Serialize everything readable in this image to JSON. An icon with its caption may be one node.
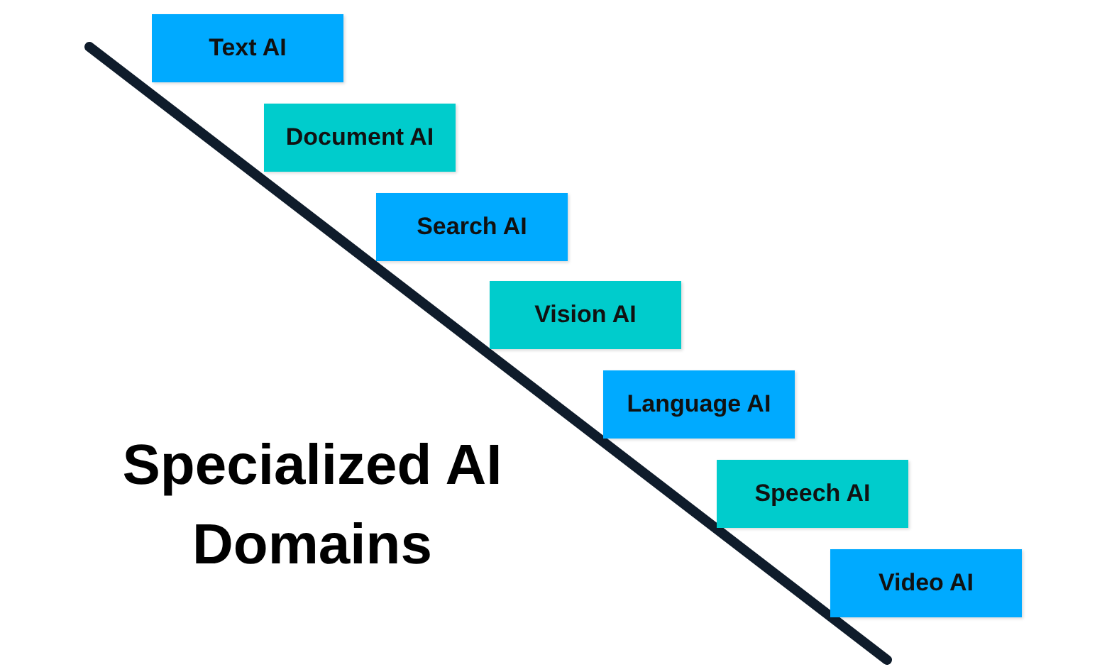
{
  "diagram": {
    "title": "Specialized AI Domains",
    "nodes": [
      {
        "text": [
          "Text AI"
        ]
      },
      {
        "text": [
          "Document AI"
        ]
      },
      {
        "text": [
          "Search AI"
        ]
      },
      {
        "text": [
          "Vision AI"
        ]
      },
      {
        "text": [
          "Language AI"
        ]
      },
      {
        "text": [
          "Speech AI"
        ]
      },
      {
        "text": [
          "Video AI"
        ]
      }
    ]
  }
}
